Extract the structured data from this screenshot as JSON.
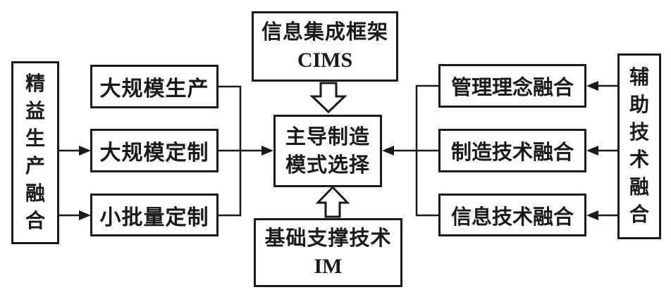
{
  "diagram": {
    "left_panel": {
      "label": "精益生产融合"
    },
    "left_boxes": [
      {
        "label": "大规模生产"
      },
      {
        "label": "大规模定制"
      },
      {
        "label": "小批量定制"
      }
    ],
    "top_box": {
      "line1": "信息集成框架",
      "line2": "CIMS"
    },
    "center_box": {
      "line1": "主导制造",
      "line2": "模式选择"
    },
    "bottom_box": {
      "line1": "基础支撑技术",
      "line2": "IM"
    },
    "right_boxes": [
      {
        "label": "管理理念融合"
      },
      {
        "label": "制造技术融合"
      },
      {
        "label": "信息技术融合"
      }
    ],
    "right_panel": {
      "label": "辅助技术融合"
    },
    "colors": {
      "line": "#1a1a1a",
      "background": "#ffffff",
      "text": "#1a1a1a"
    }
  }
}
